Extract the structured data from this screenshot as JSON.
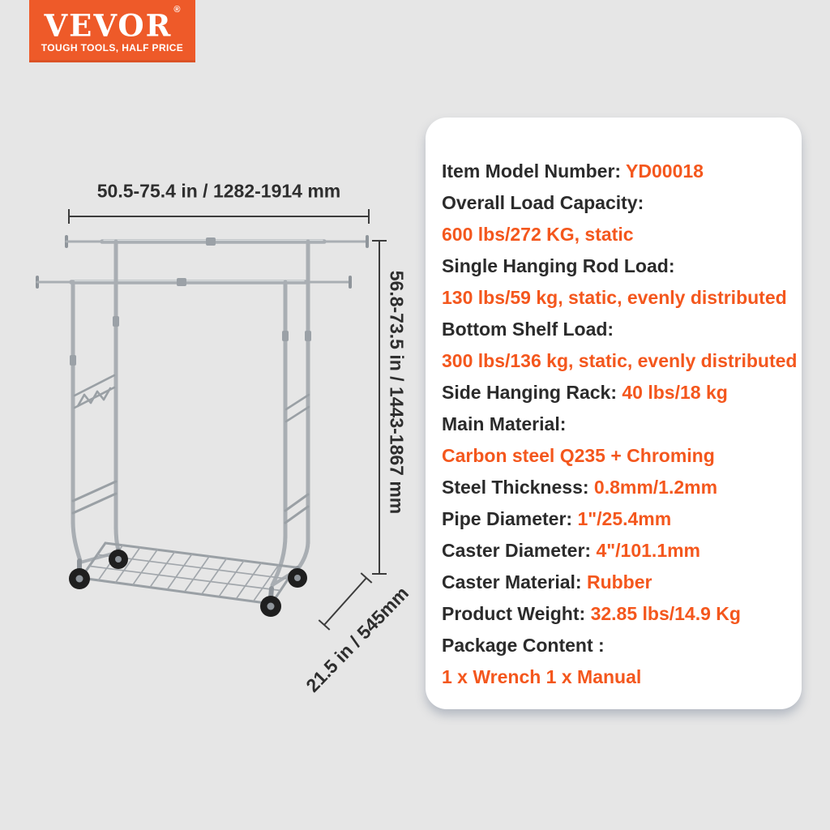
{
  "logo": {
    "brand": "VEVOR",
    "registered": "®",
    "tagline": "TOUGH TOOLS, HALF PRICE",
    "bg_color": "#ee5a29",
    "text_color": "#ffffff"
  },
  "diagram": {
    "width_label": "50.5-75.4 in / 1282-1914 mm",
    "height_label": "56.8-73.5 in / 1443-1867 mm",
    "depth_label": "21.5 in / 545mm"
  },
  "spec_card": {
    "label_color": "#2b2b2b",
    "value_color": "#f4571d",
    "rows": [
      {
        "label": "Item Model Number: ",
        "value": "YD00018"
      },
      {
        "label": "Overall Load Capacity:",
        "value": ""
      },
      {
        "label": "",
        "value": "600 lbs/272 KG, static"
      },
      {
        "label": "Single Hanging Rod Load:",
        "value": ""
      },
      {
        "label": "",
        "value": "130 lbs/59 kg, static, evenly distributed"
      },
      {
        "label": "Bottom Shelf Load:",
        "value": ""
      },
      {
        "label": "",
        "value": "300 lbs/136 kg, static, evenly distributed"
      },
      {
        "label": "Side Hanging Rack: ",
        "value": "40 lbs/18 kg"
      },
      {
        "label": "Main Material:",
        "value": ""
      },
      {
        "label": "",
        "value": "Carbon steel Q235 + Chroming"
      },
      {
        "label": "Steel Thickness: ",
        "value": "0.8mm/1.2mm"
      },
      {
        "label": "Pipe Diameter: ",
        "value": "1\"/25.4mm"
      },
      {
        "label": "Caster Diameter: ",
        "value": "4\"/101.1mm"
      },
      {
        "label": "Caster Material: ",
        "value": "Rubber"
      },
      {
        "label": "Product Weight: ",
        "value": "32.85 lbs/14.9 Kg"
      },
      {
        "label": "Package Content :",
        "value": ""
      },
      {
        "label": "",
        "value": "1 x Wrench 1 x Manual"
      }
    ]
  }
}
